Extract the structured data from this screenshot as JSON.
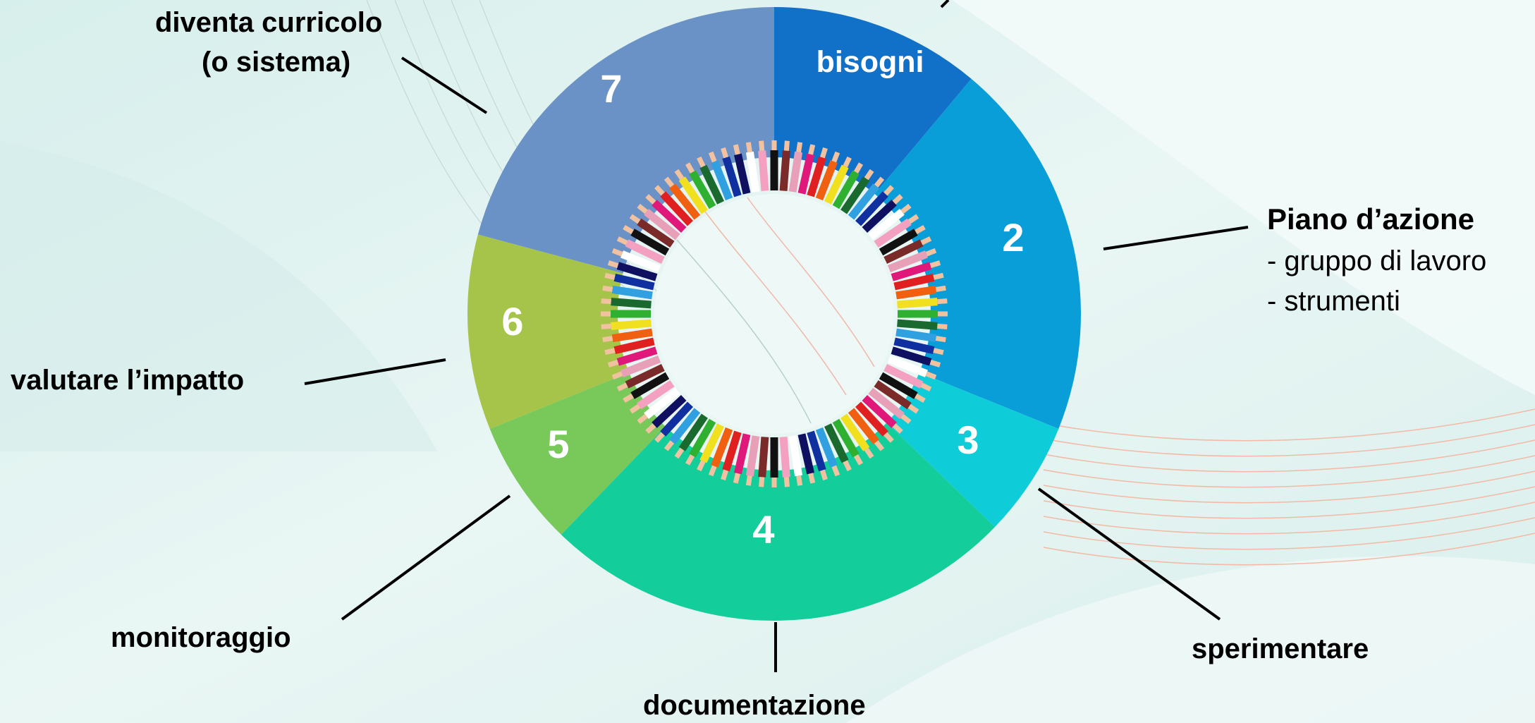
{
  "cycle": {
    "segments": [
      {
        "label": "bisogni",
        "color": "#1170c8"
      },
      {
        "label": "2",
        "color": "#0a9ed8"
      },
      {
        "label": "3",
        "color": "#0ecdd9"
      },
      {
        "label": "4",
        "color": "#13cd9a"
      },
      {
        "label": "5",
        "color": "#78c95a"
      },
      {
        "label": "6",
        "color": "#a6c44a"
      },
      {
        "label": "7",
        "color": "#6a92c6"
      }
    ],
    "annotations": {
      "curricolo_line1": "diventa curricolo",
      "curricolo_line2": "(o sistema)",
      "piano_title": "Piano d’azione",
      "piano_item1": "- gruppo di lavoro",
      "piano_item2": "- strumenti",
      "valutare": "valutare l’impatto",
      "monitoraggio": "monitoraggio",
      "documentazione": "documentazione",
      "sperimentare": "sperimentare"
    }
  }
}
